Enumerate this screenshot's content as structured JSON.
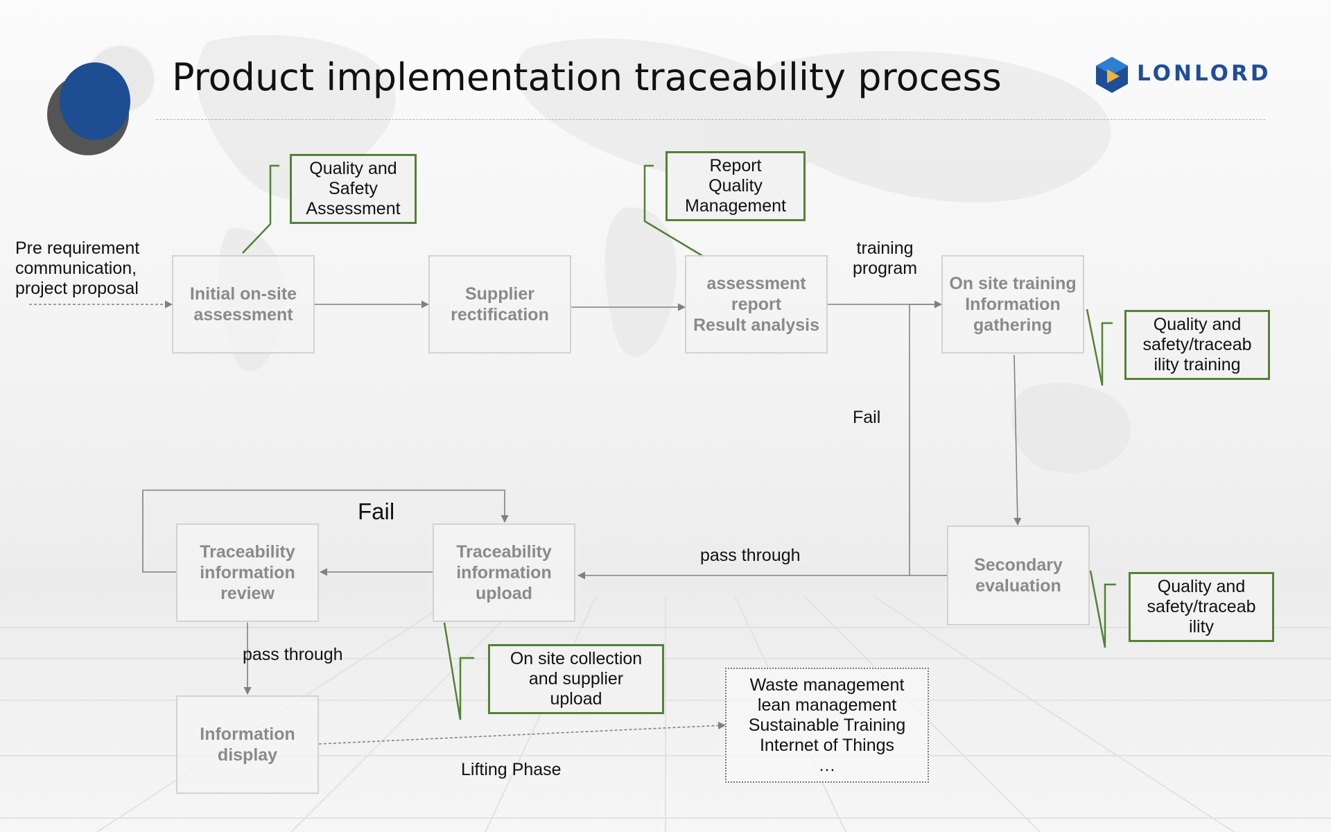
{
  "title": "Product implementation traceability process",
  "logo": {
    "text": "LONLORD",
    "icon": "hexagon-logo-icon",
    "brand_color": "#1e4e9a"
  },
  "colors": {
    "note_border": "#538135",
    "node_border": "#d2d2d2",
    "node_text": "#8a8a8a",
    "arrow": "#808080"
  },
  "nodes": {
    "initial": "Initial on-site\nassessment",
    "supplier": "Supplier\nrectification",
    "assessment": "assessment\nreport\nResult analysis",
    "onsite_training": "On site training\nInformation\ngathering",
    "secondary": "Secondary\nevaluation",
    "upload": "Traceability\ninformation\nupload",
    "review": "Traceability\ninformation\nreview",
    "display": "Information\ndisplay"
  },
  "notes": {
    "qsa": "Quality and\nSafety\nAssessment",
    "rqm": "Report\nQuality\nManagement",
    "qst_training": "Quality and\nsafety/traceab\nility training",
    "qst": "Quality and\nsafety/traceab\nility",
    "collection": "On site collection\nand supplier\nupload"
  },
  "extras_box": "Waste management\nlean management\nSustainable Training\nInternet of Things\n…",
  "labels": {
    "pre": "Pre requirement\ncommunication,\nproject proposal",
    "training_program": "training\nprogram",
    "fail_right": "Fail",
    "fail_left": "Fail",
    "pass_through_mid": "pass through",
    "pass_through_left": "pass through",
    "lifting_phase": "Lifting Phase"
  }
}
